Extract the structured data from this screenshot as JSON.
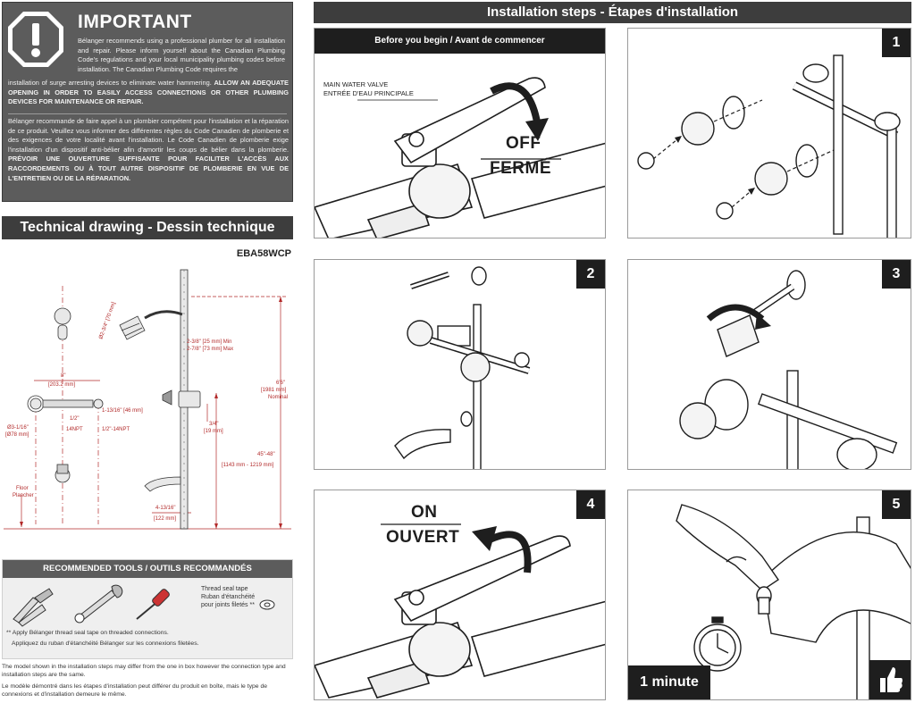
{
  "important": {
    "title": "IMPORTANT",
    "en_part1": "Bélanger recommends using a professional plumber for all installation and repair. Please inform yourself about the Canadian Plumbing Code's regulations and your local municipality plumbing codes before installation. The Canadian Plumbing Code requires the",
    "en_part2": "installation of surge arresting devices to eliminate water hammering.",
    "en_bold": "ALLOW AN ADEQUATE OPENING IN ORDER TO EASILY ACCESS CONNECTIONS OR OTHER PLUMBING DEVICES FOR MAINTENANCE OR REPAIR.",
    "fr_text": "Bélanger recommande de faire appel à un plombier compétent pour l'installation et la réparation de ce produit. Veuillez vous informer des différentes règles du Code Canadien de plomberie et des exigences de votre localité avant l'installation. Le Code Canadien de plomberie exige l'installation d'un dispositif anti-bélier afin d'amortir les coups de bélier dans la plomberie.",
    "fr_bold": "PRÉVOIR UNE OUVERTURE SUFFISANTE POUR FACILITER L'ACCÈS AUX RACCORDEMENTS OU À TOUT AUTRE DISPOSITIF DE PLOMBERIE EN VUE DE L'ENTRETIEN OU DE LA RÉPARATION."
  },
  "technical": {
    "banner": "Technical drawing - Dessin technique",
    "model": "EBA58WCP",
    "dims": {
      "head_dia": "Ø2-3/4\" [70 mm]",
      "arm_min": "2-3/8\" [25 mm] Min",
      "arm_max": "2-7/8\" [73 mm] Max",
      "height_total": "6'6\"",
      "height_total_mm": "[1981 mm]",
      "nominal": "Nominal",
      "spacing": "8\"",
      "spacing_mm": "[203.2 mm]",
      "inlet": "1-13/16\" [46 mm]",
      "half_a": "1/2\"",
      "npt_a": "14NPT",
      "half_b": "1/2\"-14NPT",
      "handle_dia": "Ø3-1/16\"",
      "handle_dia_mm": "[Ø78 mm]",
      "three_q": "3/4\"",
      "three_q_mm": "[19 mm]",
      "valve_height": "45\"-48\"",
      "valve_height_mm": "[1143 mm - 1219 mm]",
      "spout": "4-13/16\"",
      "spout_mm": "[122 mm]",
      "floor": "Floor",
      "floor_fr": "Plancher"
    }
  },
  "tools": {
    "banner": "RECOMMENDED TOOLS / OUTILS RECOMMANDÉS",
    "tape_en": "Thread seal tape",
    "tape_fr1": "Ruban d'étanchéité",
    "tape_fr2": "pour joints filetés **",
    "note_en": "** Apply Bélanger thread seal tape on threaded connections.",
    "note_fr": "Appliquez du ruban d'étanchéité Bélanger sur les connexions filetées."
  },
  "footnote": {
    "en": "The model shown in the installation steps may differ from the one in box however the connection type and installation steps are the same.",
    "fr": "Le modèle démontré dans les étapes d'installation peut différer du produit en boîte, mais le type de connexions et d'installation demeure le même."
  },
  "steps": {
    "banner": "Installation steps - Étapes d'installation",
    "before_title": "Before you begin / Avant de commencer",
    "valve_en": "MAIN WATER VALVE",
    "valve_fr": "ENTRÉE D'EAU PRINCIPALE",
    "off": "OFF",
    "off_fr": "FERMÉ",
    "on": "ON",
    "on_fr": "OUVERT",
    "n1": "1",
    "n2": "2",
    "n3": "3",
    "n4": "4",
    "n5": "5",
    "minute": "1 minute"
  },
  "colors": {
    "dark": "#1e1e1e",
    "banner": "#3d3d3d",
    "important_bg": "#5c5c5c",
    "dimension": "#b22a2a"
  }
}
